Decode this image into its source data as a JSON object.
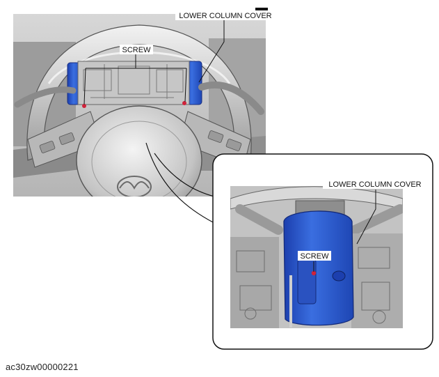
{
  "labels": {
    "main_cover": "LOWER COLUMN COVER",
    "main_screw": "SCREW",
    "inset_cover": "LOWER COLUMN COVER",
    "inset_screw": "SCREW"
  },
  "caption": "ac30zw00000221",
  "colors": {
    "cover_blue": "#2f5fd0",
    "screw_red": "#d0223a",
    "line": "#111111",
    "metal_light": "#dcdcdc",
    "metal_mid": "#a9a9a9",
    "metal_dark": "#6f6f6f"
  },
  "icons": [
    "mazda-logo-icon"
  ]
}
